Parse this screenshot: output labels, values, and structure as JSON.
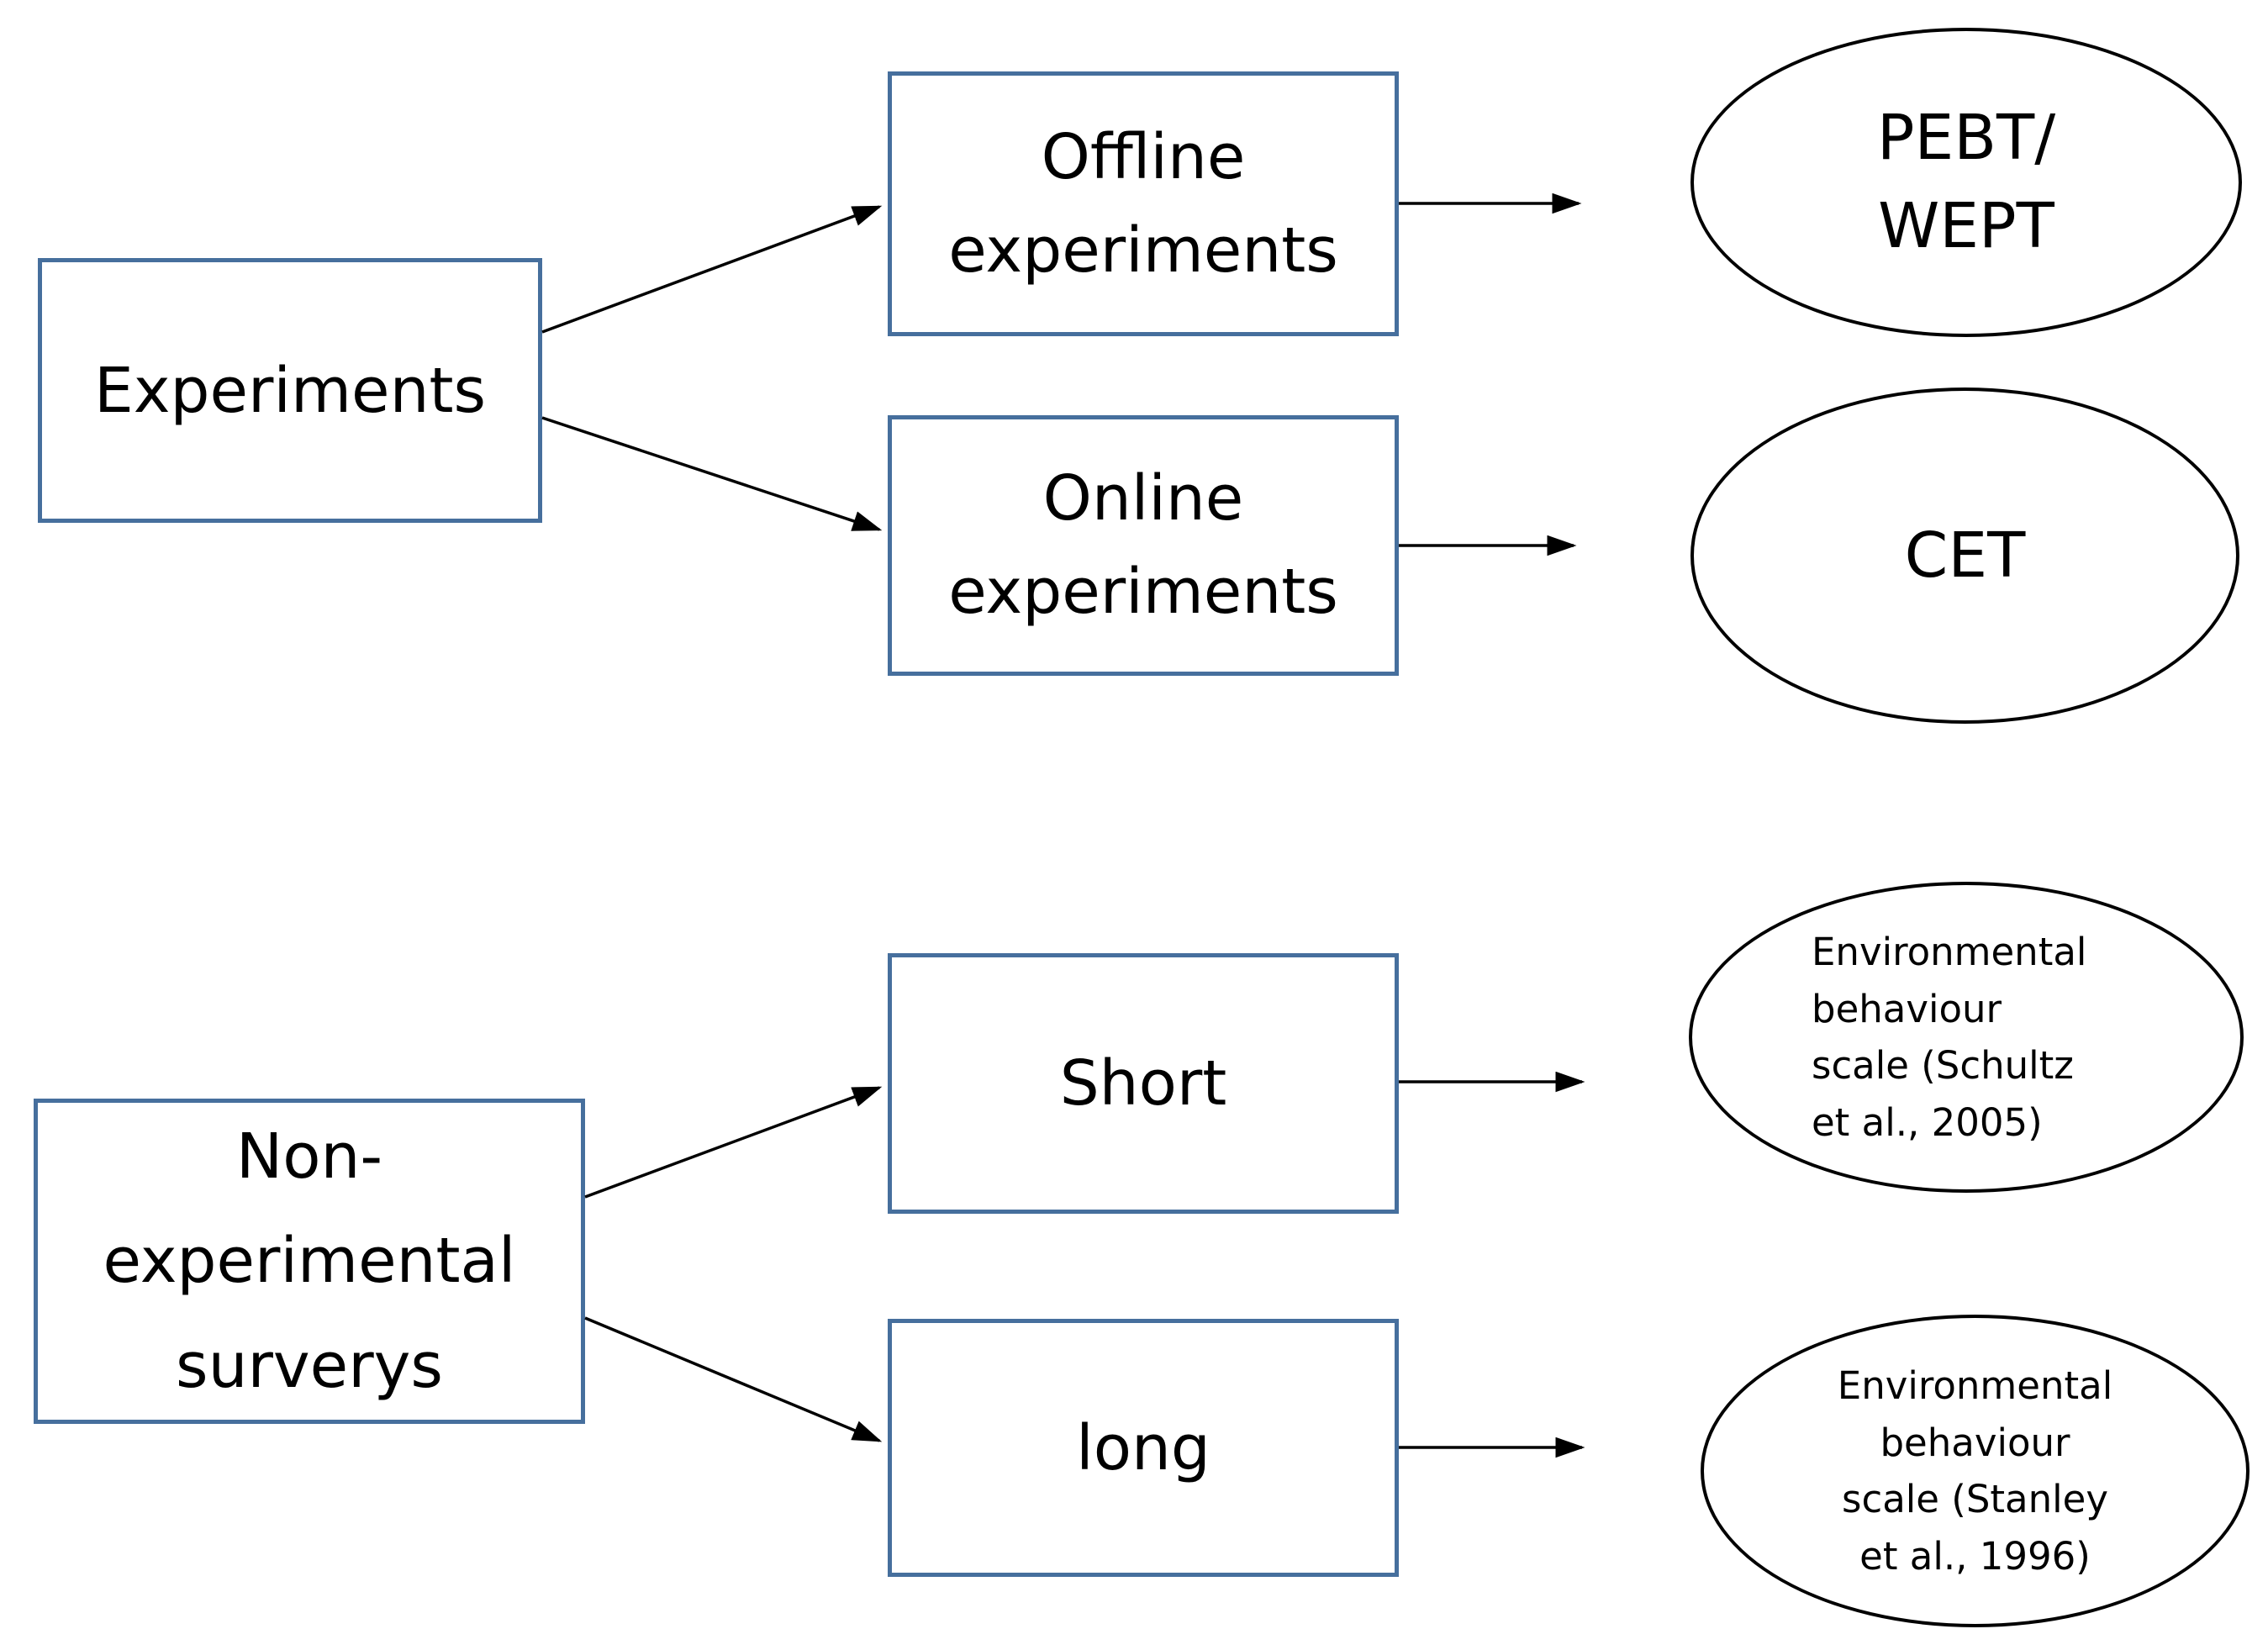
{
  "colors": {
    "background": "#ffffff",
    "box_border": "#466f9d",
    "ellipse_border": "#000000",
    "arrow": "#000000",
    "text": "#000000"
  },
  "nodes": {
    "experiments": {
      "line1": "Experiments"
    },
    "offline_experiments": {
      "line1": "Offline",
      "line2": "experiments"
    },
    "online_experiments": {
      "line1": "Online",
      "line2": "experiments"
    },
    "non_experimental_surveys": {
      "line1": "Non-",
      "line2": "experimental",
      "line3": "surverys"
    },
    "short_survey": {
      "line1": "Short"
    },
    "long_survey": {
      "line1": "long"
    },
    "pebt_wept": {
      "line1": "PEBT/",
      "line2": "WEPT"
    },
    "cet": {
      "line1": "CET"
    },
    "schultz_scale": {
      "line1": "Environmental",
      "line2": "behaviour",
      "line3": "scale (Schultz",
      "line4": "et al., 2005)"
    },
    "stanley_scale": {
      "line1": "Environmental",
      "line2": "behaviour",
      "line3": "scale (Stanley",
      "line4": "et al., 1996)"
    }
  }
}
